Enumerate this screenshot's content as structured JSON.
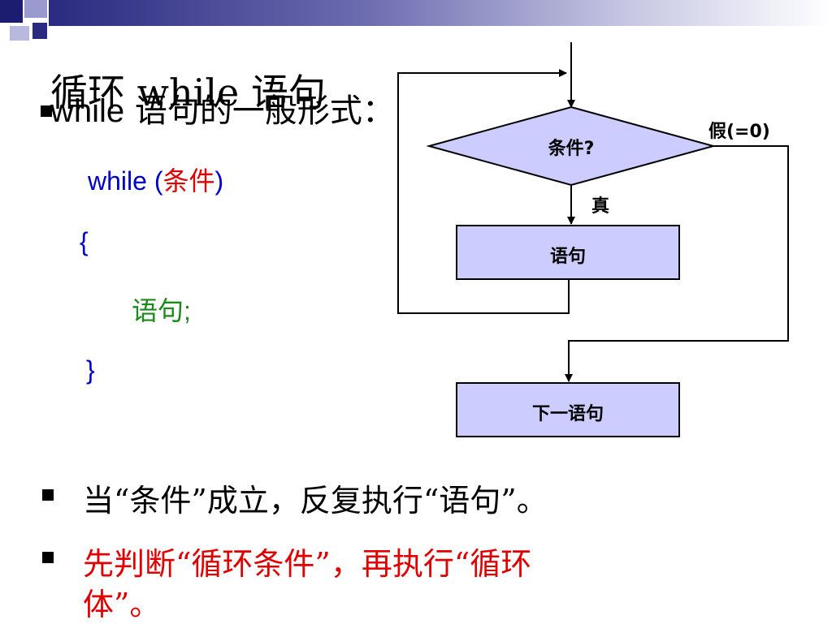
{
  "slide": {
    "title_line1": "循环   while 语句",
    "title_line2_prefix": "while",
    "title_line2_mid": " 语句的一般形式：",
    "code": {
      "line1_keyword": "while (",
      "line1_cond": "条件",
      "line1_close": ")",
      "line2": "{",
      "line3": "语句;",
      "line4": "}"
    },
    "bullet1": "当“条件”成立，反复执行“语句”。",
    "bullet2_line1": "先判断“循环条件”，再执行“循环",
    "bullet2_line2": "体”。"
  },
  "flowchart": {
    "condition": "条件?",
    "false_label": "假(=0)",
    "true_label": "真",
    "statement": "语句",
    "next_statement": "下一语句"
  },
  "colors": {
    "box_fill": "#ccccff",
    "code_blue": "#0000cc",
    "code_red": "#e00000",
    "code_green": "#1a8a1a"
  }
}
